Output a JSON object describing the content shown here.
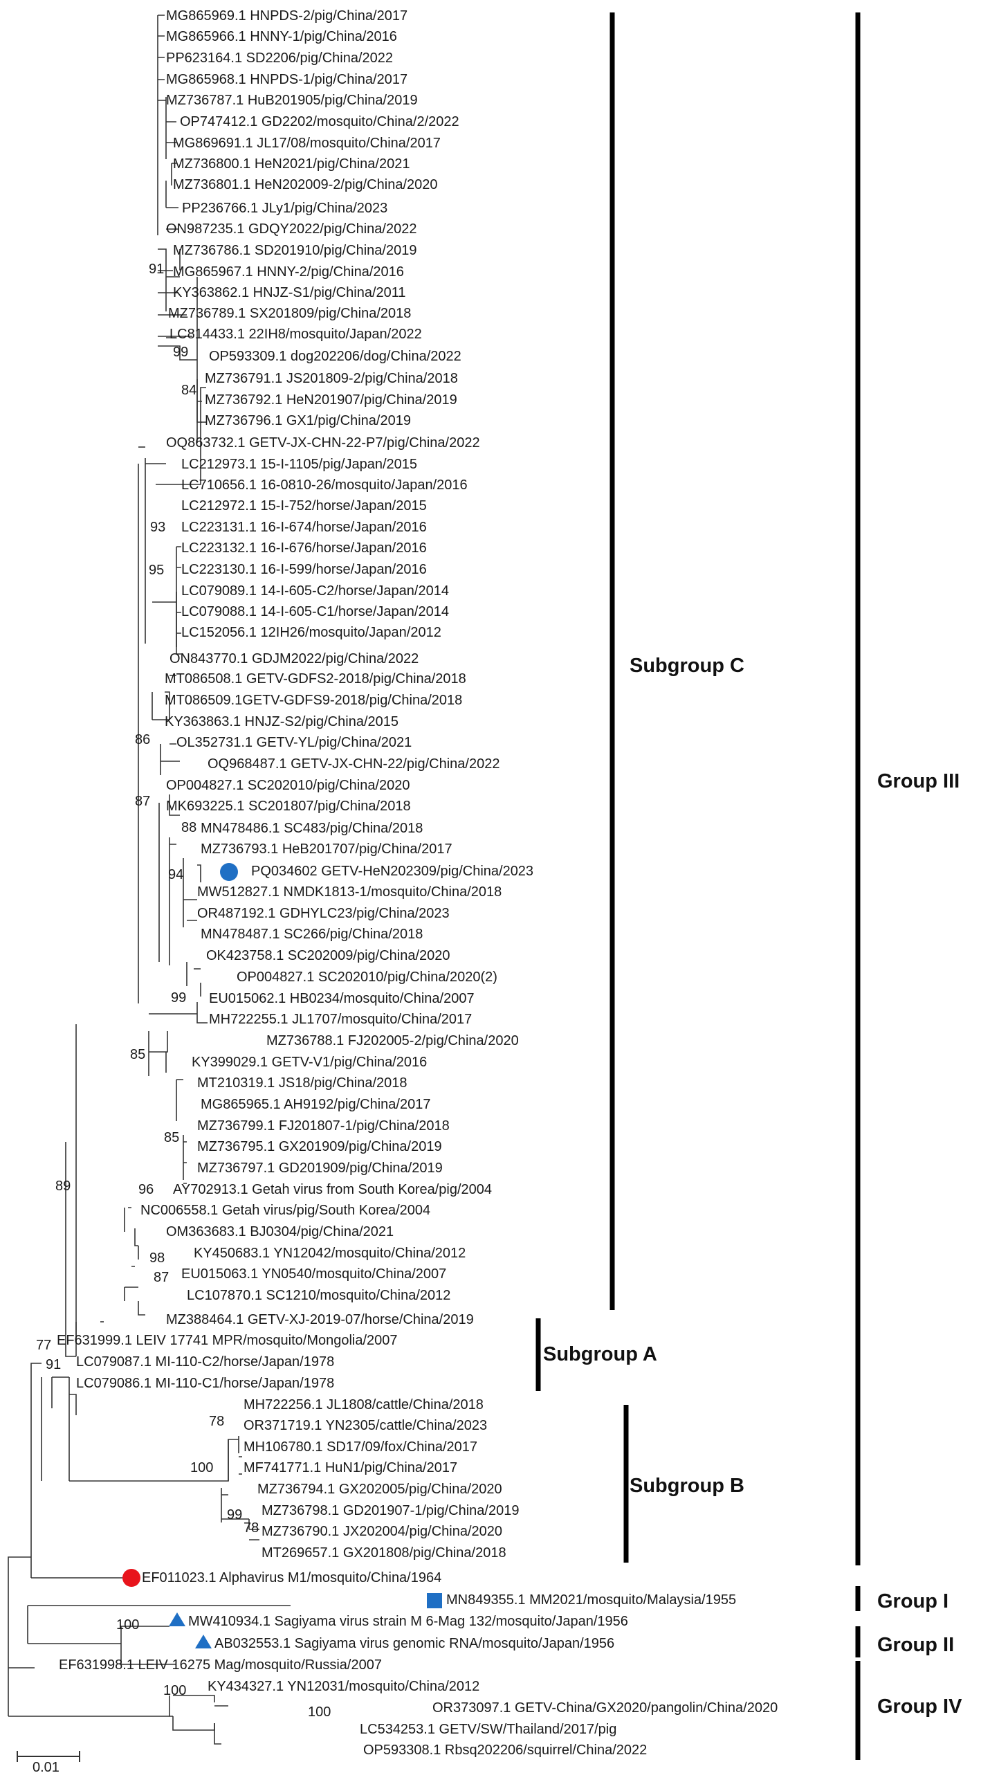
{
  "tree": {
    "taxa": [
      "MG865969.1 HNPDS-2/pig/China/2017",
      "MG865966.1 HNNY-1/pig/China/2016",
      "PP623164.1 SD2206/pig/China/2022",
      "MG865968.1 HNPDS-1/pig/China/2017",
      "MZ736787.1 HuB201905/pig/China/2019",
      "OP747412.1 GD2202/mosquito/China/2/2022",
      "MG869691.1 JL17/08/mosquito/China/2017",
      "MZ736800.1 HeN2021/pig/China/2021",
      "MZ736801.1 HeN202009-2/pig/China/2020",
      "PP236766.1 JLy1/pig/China/2023",
      "ON987235.1 GDQY2022/pig/China/2022",
      "MZ736786.1 SD201910/pig/China/2019",
      "MG865967.1 HNNY-2/pig/China/2016",
      "KY363862.1 HNJZ-S1/pig/China/2011",
      "MZ736789.1 SX201809/pig/China/2018",
      "LC814433.1 22IH8/mosquito/Japan/2022",
      "OP593309.1 dog202206/dog/China/2022",
      "MZ736791.1 JS201809-2/pig/China/2018",
      "MZ736792.1 HeN201907/pig/China/2019",
      "MZ736796.1 GX1/pig/China/2019",
      "OQ863732.1 GETV-JX-CHN-22-P7/pig/China/2022",
      "LC212973.1 15-I-1105/pig/Japan/2015",
      "LC710656.1 16-0810-26/mosquito/Japan/2016",
      "LC212972.1 15-I-752/horse/Japan/2015",
      "LC223131.1 16-I-674/horse/Japan/2016",
      "LC223132.1 16-I-676/horse/Japan/2016",
      "LC223130.1 16-I-599/horse/Japan/2016",
      "LC079089.1 14-I-605-C2/horse/Japan/2014",
      "LC079088.1 14-I-605-C1/horse/Japan/2014",
      "LC152056.1 12IH26/mosquito/Japan/2012",
      "ON843770.1 GDJM2022/pig/China/2022",
      "MT086508.1 GETV-GDFS2-2018/pig/China/2018",
      "MT086509.1GETV-GDFS9-2018/pig/China/2018",
      "KY363863.1 HNJZ-S2/pig/China/2015",
      "OL352731.1 GETV-YL/pig/China/2021",
      "OQ968487.1 GETV-JX-CHN-22/pig/China/2022",
      "OP004827.1 SC202010/pig/China/2020",
      "MK693225.1 SC201807/pig/China/2018",
      "MN478486.1 SC483/pig/China/2018",
      "MZ736793.1 HeB201707/pig/China/2017",
      "PQ034602 GETV-HeN202309/pig/China/2023",
      "MW512827.1 NMDK1813-1/mosquito/China/2018",
      "OR487192.1 GDHYLC23/pig/China/2023",
      "MN478487.1 SC266/pig/China/2018",
      "OK423758.1 SC202009/pig/China/2020",
      "OP004827.1 SC202010/pig/China/2020(2)",
      "EU015062.1 HB0234/mosquito/China/2007",
      "MH722255.1 JL1707/mosquito/China/2017",
      "MZ736788.1 FJ202005-2/pig/China/2020",
      "KY399029.1 GETV-V1/pig/China/2016",
      "MT210319.1 JS18/pig/China/2018",
      "MG865965.1 AH9192/pig/China/2017",
      "MZ736799.1 FJ201807-1/pig/China/2018",
      "MZ736795.1 GX201909/pig/China/2019",
      "MZ736797.1 GD201909/pig/China/2019",
      "AY702913.1 Getah virus from South Korea/pig/2004",
      "NC006558.1 Getah virus/pig/South Korea/2004",
      "OM363683.1 BJ0304/pig/China/2021",
      "KY450683.1 YN12042/mosquito/China/2012",
      "EU015063.1 YN0540/mosquito/China/2007",
      "LC107870.1 SC1210/mosquito/China/2012",
      "MZ388464.1 GETV-XJ-2019-07/horse/China/2019",
      "EF631999.1 LEIV 17741 MPR/mosquito/Mongolia/2007",
      "LC079087.1 MI-110-C2/horse/Japan/1978",
      "LC079086.1 MI-110-C1/horse/Japan/1978",
      "MH722256.1 JL1808/cattle/China/2018",
      "OR371719.1 YN2305/cattle/China/2023",
      "MH106780.1 SD17/09/fox/China/2017",
      "MF741771.1 HuN1/pig/China/2017",
      "MZ736794.1 GX202005/pig/China/2020",
      "MZ736798.1 GD201907-1/pig/China/2019",
      "MZ736790.1 JX202004/pig/China/2020",
      "MT269657.1 GX201808/pig/China/2018",
      "EF011023.1 Alphavirus M1/mosquito/China/1964",
      "MN849355.1 MM2021/mosquito/Malaysia/1955",
      "MW410934.1 Sagiyama virus strain M 6-Mag 132/mosquito/Japan/1956",
      "AB032553.1 Sagiyama virus genomic RNA/mosquito/Japan/1956",
      "EF631998.1 LEIV 16275 Mag/mosquito/Russia/2007",
      "KY434327.1 YN12031/mosquito/China/2012",
      "OR373097.1 GETV-China/GX2020/pangolin/China/2020",
      "LC534253.1 GETV/SW/Thailand/2017/pig",
      "OP593308.1 Rbsq202206/squirrel/China/2022"
    ],
    "bootstrap": [
      "91",
      "99",
      "84",
      "93",
      "95",
      "86",
      "87",
      "88",
      "94",
      "99",
      "85",
      "85",
      "96",
      "98",
      "87",
      "89",
      "77",
      "91",
      "78",
      "100",
      "99",
      "78",
      "100",
      "100",
      "100"
    ],
    "groups": {
      "subgroup_c": "Subgroup C",
      "subgroup_a": "Subgroup A",
      "subgroup_b": "Subgroup B",
      "group_iii": "Group III",
      "group_i": "Group I",
      "group_ii": "Group II",
      "group_iv": "Group IV"
    },
    "scale_label": "0.01",
    "marker_colors": {
      "circle_blue": "#1f6fc4",
      "circle_red": "#e8141c",
      "square_blue": "#1f6fc4",
      "triangle_blue": "#1f6fc4"
    }
  }
}
